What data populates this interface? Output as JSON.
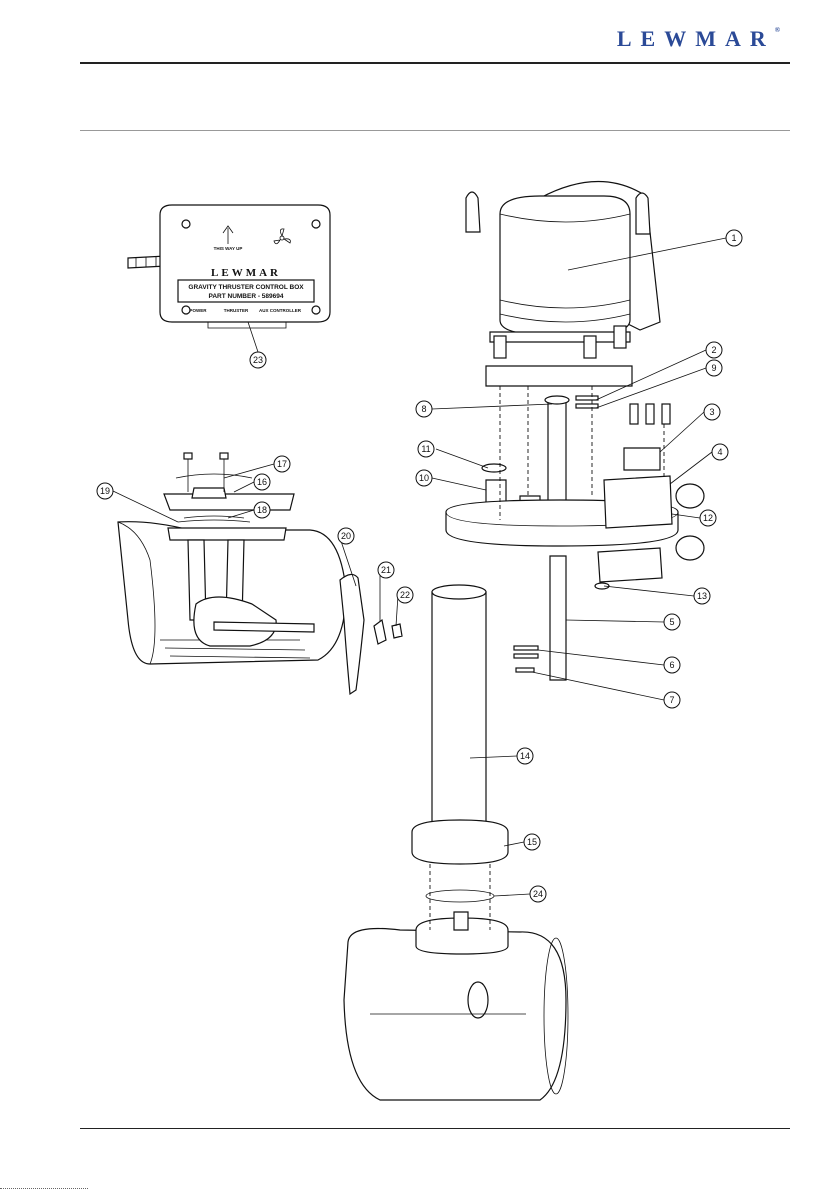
{
  "header": {
    "brand": "LEWMAR",
    "registered_mark": "®"
  },
  "control_box": {
    "logo": "LEWMAR",
    "line1": "GRAVITY THRUSTER CONTROL BOX",
    "line2": "PART NUMBER - 589694",
    "footer_left": "POWER",
    "footer_mid": "THRUSTER",
    "footer_right": "AUX CONTROLLER",
    "arrow_label": "THIS WAY UP"
  },
  "callouts": [
    "1",
    "2",
    "3",
    "4",
    "5",
    "6",
    "7",
    "8",
    "9",
    "10",
    "11",
    "12",
    "13",
    "14",
    "15",
    "16",
    "17",
    "18",
    "19",
    "20",
    "21",
    "22",
    "23",
    "24"
  ]
}
